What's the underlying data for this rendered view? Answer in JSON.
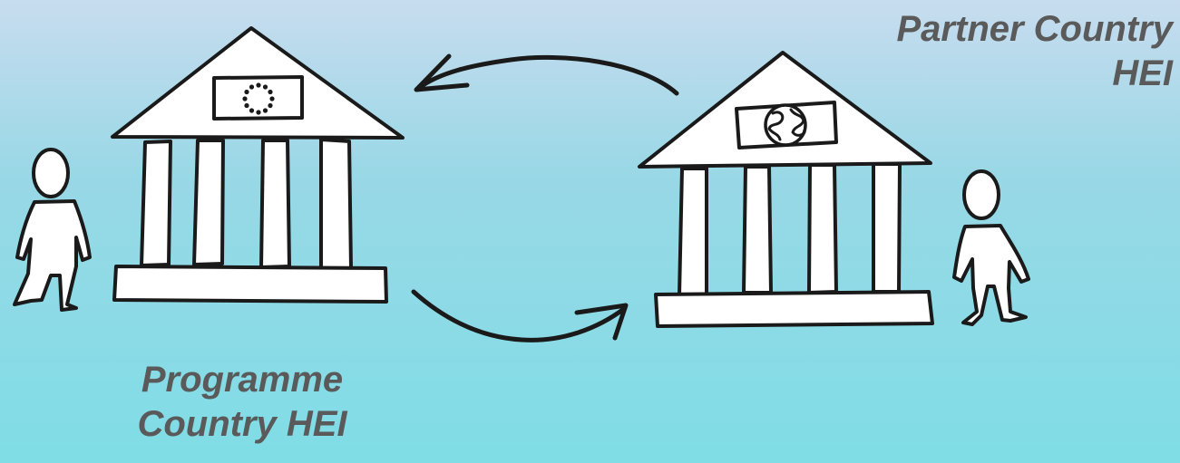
{
  "programme_label": {
    "line1": "Programme",
    "line2": "Country HEI"
  },
  "partner_label": {
    "line1": "Partner Country",
    "line2": "HEI"
  },
  "colors": {
    "background_top": "#c7dcef",
    "background_mid": "#86d7e3",
    "background_bottom": "#7ddde6",
    "label_text": "#5a5a5a",
    "outline": "#1a1a1a",
    "fill": "#ffffff"
  },
  "icons": {
    "programme_flag": "eu-stars-flag-icon",
    "partner_flag": "globe-flag-icon",
    "programme_person": "person-icon",
    "partner_person": "person-icon",
    "arrow_top": "curved-arrow-left-icon",
    "arrow_bottom": "curved-arrow-right-icon"
  }
}
